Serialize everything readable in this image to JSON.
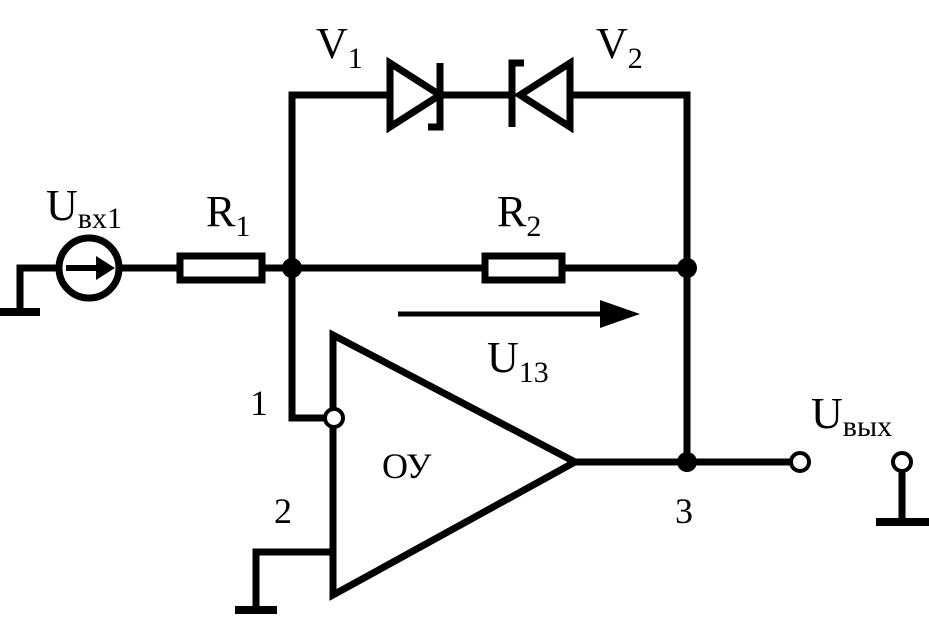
{
  "labels": {
    "v1": {
      "main": "V",
      "sub": "1"
    },
    "v2": {
      "main": "V",
      "sub": "2"
    },
    "r1": {
      "main": "R",
      "sub": "1"
    },
    "r2": {
      "main": "R",
      "sub": "2"
    },
    "uin": {
      "main": "U",
      "sub": "вх1"
    },
    "u13": {
      "main": "U",
      "sub": "13"
    },
    "uout": {
      "main": "U",
      "sub": "вых"
    },
    "opamp": "ОУ",
    "pin1": "1",
    "pin2": "2",
    "pin3": "3"
  },
  "colors": {
    "line": "#000000",
    "background": "#ffffff"
  },
  "icons": [
    "voltage-source-icon",
    "resistor-icon",
    "zener-diode-icon",
    "op-amp-icon",
    "ground-icon",
    "terminal-icon",
    "node-dot-icon",
    "arrow-icon"
  ]
}
